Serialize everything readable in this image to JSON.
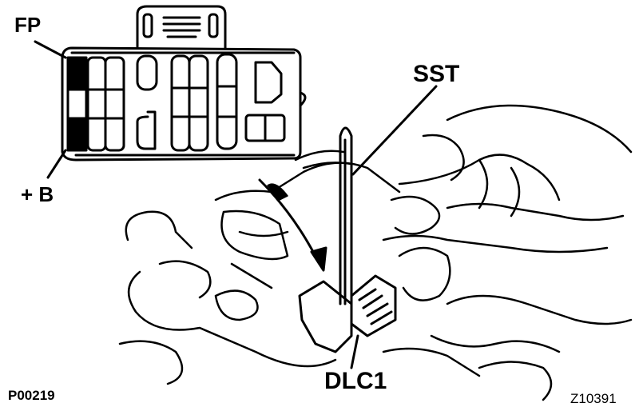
{
  "labels": {
    "fp": "FP",
    "plus_b": "+ B",
    "sst": "SST",
    "dlc1": "DLC1",
    "figure_code_left": "P00219",
    "figure_code_right": "Z10391"
  },
  "colors": {
    "ink": "#000000",
    "paper": "#ffffff"
  }
}
